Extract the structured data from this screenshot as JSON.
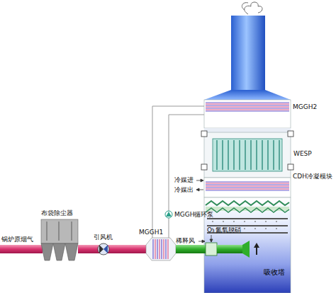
{
  "diagram": {
    "nodes": [
      {
        "text": [
          "吸收塔"
        ]
      }
    ],
    "labels": [
      "锅炉原烟气",
      "布袋除尘器",
      "引风机",
      "MGGH1",
      "MGGH循环泵",
      "稀释风",
      "O₃",
      "氮氧脱硝",
      "冷媒进",
      "冷媒出",
      "CDH冷凝模块",
      "WESP",
      "MGGH2"
    ]
  }
}
